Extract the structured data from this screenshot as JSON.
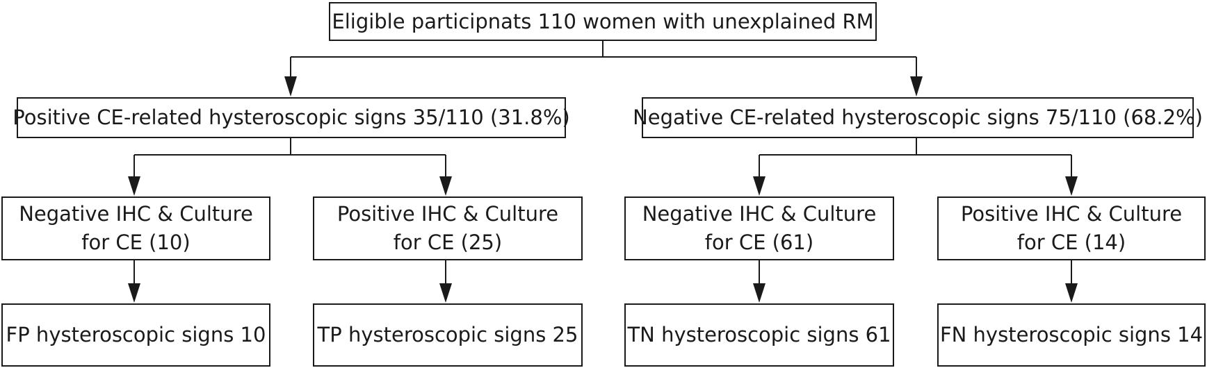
{
  "root": {
    "text": "Eligible participnats 110 women with unexplained RM"
  },
  "level1": {
    "positive": "Positive CE-related hysteroscopic signs 35/110 (31.8%)",
    "negative": "Negative  CE-related hysteroscopic signs 75/110 (68.2%)"
  },
  "level2": {
    "pos_branch_negative": {
      "line1": "Negative IHC & Culture",
      "line2": "for CE (10)"
    },
    "pos_branch_positive": {
      "line1": "Positive IHC & Culture",
      "line2": "for CE (25)"
    },
    "neg_branch_negative": {
      "line1": "Negative IHC & Culture",
      "line2": "for CE (61)"
    },
    "neg_branch_positive": {
      "line1": "Positive IHC & Culture",
      "line2": "for CE (14)"
    }
  },
  "outcomes": {
    "fp": "FP hysteroscopic signs 10",
    "tp": "TP hysteroscopic signs 25",
    "tn": "TN hysteroscopic signs 61",
    "fn": "FN hysteroscopic signs 14"
  },
  "colors": {
    "line": "#1a1a1a",
    "box_border": "#1a1a1a",
    "background": "#ffffff"
  }
}
